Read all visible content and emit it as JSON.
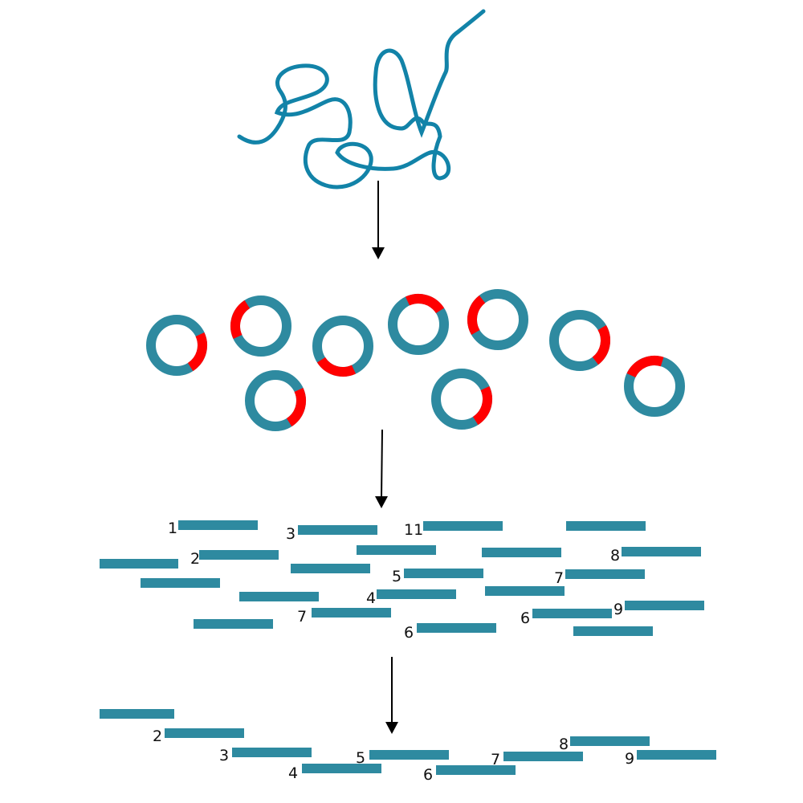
{
  "colors": {
    "strand": "#1283a8",
    "read": "#2e8aa0",
    "marker": "#ff0000"
  },
  "stage3_labels": [
    "1",
    "3",
    "11",
    "2",
    "8",
    "5",
    "7",
    "4",
    "7",
    "9",
    "6",
    "6"
  ],
  "stage4_labels": [
    "2",
    "3",
    "4",
    "5",
    "6",
    "7",
    "8",
    "9"
  ]
}
